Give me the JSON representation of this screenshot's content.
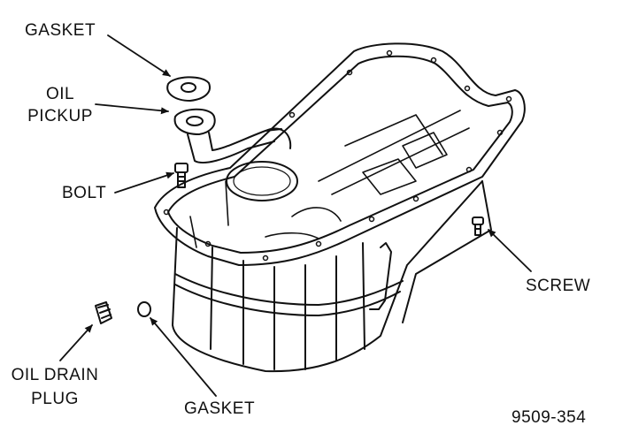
{
  "diagram": {
    "callouts": {
      "gasket_top": "GASKET",
      "oil_pickup_line1": "OIL",
      "oil_pickup_line2": "PICKUP",
      "bolt": "BOLT",
      "screw": "SCREW",
      "oil_drain_plug_line1": "OIL DRAIN",
      "oil_drain_plug_line2": "PLUG",
      "gasket_bottom": "GASKET"
    },
    "figure_number": "9509-354",
    "colors": {
      "ink": "#111111",
      "background": "#ffffff"
    }
  }
}
